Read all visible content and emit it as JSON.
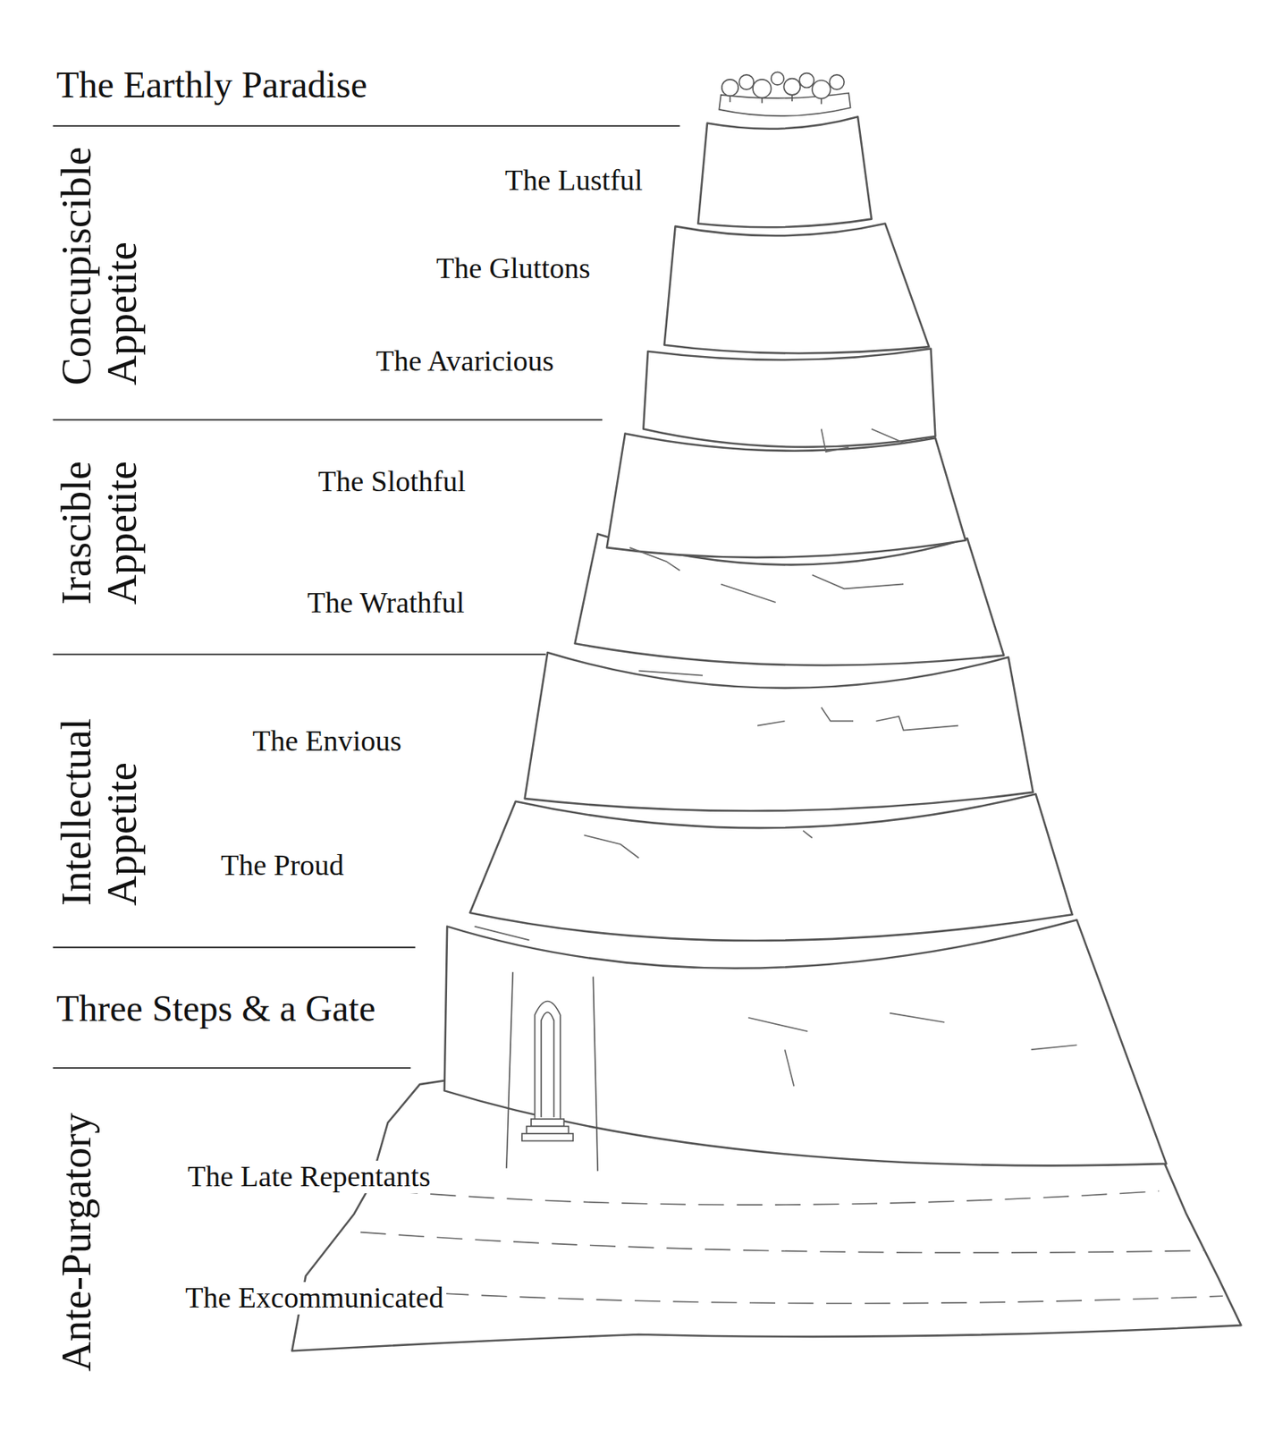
{
  "diagram": {
    "labels": [
      "The Earthly Paradise",
      "Concupiscible Appetite",
      "The Lustful",
      "The Gluttons",
      "The Avaricious",
      "Irascible Appetite",
      "The Slothful",
      "The Wrathful",
      "Intellectual Appetite",
      "The Envious",
      "The Proud",
      "Three Steps & a Gate",
      "Ante-Purgatory",
      "The Late Repentants",
      "The Excommunicated"
    ]
  }
}
